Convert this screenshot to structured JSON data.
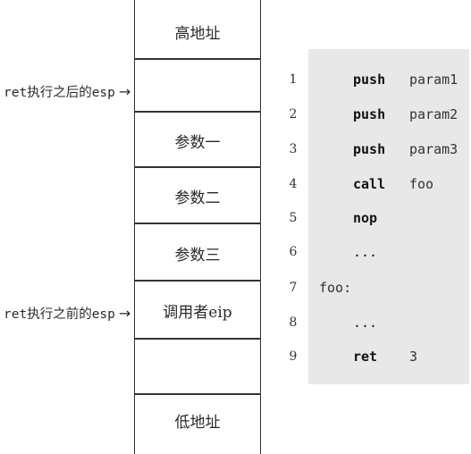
{
  "stack": {
    "cells": [
      "高地址",
      "",
      "参数一",
      "参数二",
      "参数三",
      "调用者eip",
      "",
      "低地址"
    ]
  },
  "labels": {
    "esp_after": "ret执行之后的esp",
    "esp_before": "ret执行之前的esp",
    "arrow": "→"
  },
  "code": {
    "lines": [
      {
        "num": "1",
        "op": "push",
        "arg": "param1",
        "label": ""
      },
      {
        "num": "2",
        "op": "push",
        "arg": "param2",
        "label": ""
      },
      {
        "num": "3",
        "op": "push",
        "arg": "param3",
        "label": ""
      },
      {
        "num": "4",
        "op": "call",
        "arg": "foo",
        "label": ""
      },
      {
        "num": "5",
        "op": "nop",
        "arg": "",
        "label": ""
      },
      {
        "num": "6",
        "op": "...",
        "arg": "",
        "label": ""
      },
      {
        "num": "7",
        "op": "",
        "arg": "",
        "label": "foo:"
      },
      {
        "num": "8",
        "op": "...",
        "arg": "",
        "label": ""
      },
      {
        "num": "9",
        "op": "ret",
        "arg": "3",
        "label": ""
      }
    ]
  }
}
